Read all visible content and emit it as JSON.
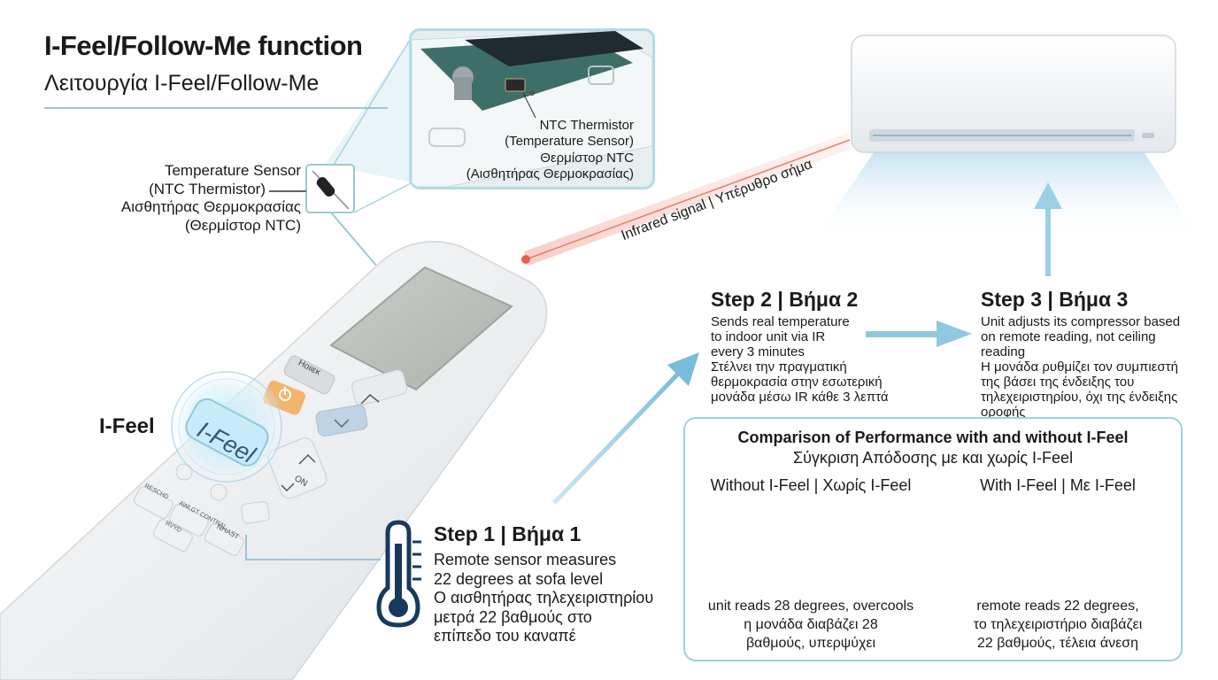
{
  "header": {
    "title": "I-Feel/Follow-Me function",
    "subtitle": "Λειτουργία I-Feel/Follow-Me"
  },
  "sensor_callout": {
    "lines": [
      "Temperature Sensor",
      "(NTC Thermistor)",
      "Αισθητήρας Θερμοκρασίας",
      "(Θερμίστορ NTC)"
    ]
  },
  "inset_callout": {
    "lines": [
      "NTC Thermistor",
      "(Temperature Sensor)",
      "Θερμίστορ NTC",
      "(Αισθητήρας Θερμοκρασίας)"
    ]
  },
  "ifeel_label": "I-Feel",
  "remote": {
    "ifeel_button": "I-Feel",
    "buttons": [
      "Ηοιιεκ",
      "ON",
      "RESCHD",
      "AWLGT CONTRAL",
      "RVYD",
      "ΝΗΑSΤ"
    ]
  },
  "infrared_label": "Infrared signal | Υπέρυθρο σήμα",
  "steps": [
    {
      "title": "Step 1 | Βήμα 1",
      "lines": [
        "Remote sensor measures",
        "22 degrees at sofa level",
        "Ο αισθητήρας τηλεχειριστηρίου",
        "μετρά 22 βαθμούς στο",
        "επίπεδο του καναπέ"
      ]
    },
    {
      "title": "Step 2 | Βήμα 2",
      "lines": [
        "Sends real temperature",
        "to indoor unit via IR",
        "every 3 minutes",
        "Στέλνει την πραγματική",
        "θερμοκρασία στην εσωτερική",
        "μονάδα μέσω IR κάθε 3 λεπτά"
      ]
    },
    {
      "title": "Step 3 | Βήμα 3",
      "lines": [
        "Unit adjusts its compressor based",
        "on remote reading, not ceiling",
        "reading",
        "Η μονάδα ρυθμίζει τον συμπιεστή",
        "της βάσει της ένδειξης του",
        "τηλεχειριστηρίου, όχι της ένδειξης",
        "οροφής"
      ]
    }
  ],
  "comparison": {
    "title": "Comparison of Performance with and without I-Feel",
    "subtitle": "Σύγκριση Απόδοσης με και χωρίς I-Feel",
    "without": {
      "heading": "Without I-Feel | Χωρίς I-Feel",
      "lines": [
        "unit reads 28 degrees, overcools",
        "η μονάδα διαβάζει 28",
        "βαθμούς, υπερψύχει"
      ]
    },
    "with": {
      "heading": "With I-Feel | Με I-Feel",
      "lines": [
        "remote reads 22 degrees,",
        "το τηλεχειριστήριο διαβάζει",
        "22 βαθμούς, τέλεια άνεση"
      ]
    }
  },
  "colors": {
    "accent_blue": "#8fc8df",
    "ir_red": "#e8604c",
    "warm_orange": "#f2b56e",
    "cool_blue": "#cfe8f4"
  }
}
